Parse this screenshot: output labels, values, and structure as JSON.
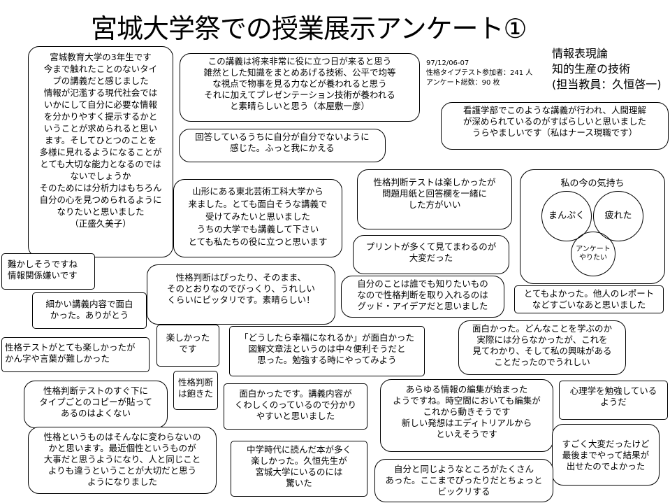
{
  "title": "宮城大学祭での授業展示アンケート①",
  "meta": {
    "date": "97/12/06-07",
    "participants": "性格タイプテスト参加者：241 人",
    "total": "アンケート総数：90 枚"
  },
  "course": {
    "line1": "情報表現論",
    "line2": "知的生産の技術",
    "line3": "(担当教員：久恒啓一)"
  },
  "venn": {
    "title": "私の今の気持ち",
    "left": "まんぷく",
    "right": "疲れた",
    "bottom": "アンケート\nやりたい"
  },
  "comments": {
    "c01": "宮城教育大学の3年生です\n今まで触れたことのないタイ\nプの講義だと感じました\n情報が氾濫する現代社会では\nいかにして自分に必要な情報\nを分かりやすく提示するかと\nいうことが求められると思い\nます。そしてひとつのことを\n多様に見れるようになることが\nとても大切な能力となるのでは\nないでしょうか\nそのためには分析力はもちろん\n自分の心を見つめられるように\nなりたいと思いました\n（正盛久美子）",
    "c02": "この講義は将来非常に役に立つ日が来ると思う\n雑然とした知識をまとめあげる技術、公平で均等\nな視点で物事を見る力などが養われると思う\nそれに加えてプレゼンテーション技術が養われる\nと素晴らしいと思う（本屋敷一彦）",
    "c03": "回答しているうちに自分が自分でないように\n感じた。ふっと我にかえる",
    "c04": "看護学部でこのような講義が行われ、人間理解\nが深められているのがすばらしいと思いました\nうらやましいです（私はナース現職です）",
    "c05": "性格判断テストは楽しかったが\n問題用紙と回答欄を一緒に\nした方がいい",
    "c06": "山形にある東北芸術工科大学から\n来ました。とても面白そうな講義で\n受けてみたいと思いました\nうちの大学でも講義して下さい\nとても私たちの役に立つと思います",
    "c07": "プリントが多くて見てまわるのが\n大変だった",
    "c08": "難かしそうですね\n情報関係嫌いです",
    "c09": "性格判断はぴったり、そのまま、\nそのとおりなのでびっくり、うれしい\nくらいにピッタリです。素晴らしい！",
    "c10": "自分のことは誰でも知りたいもの\nなので性格判断を取り入れるのは\nグッド・アイデアだと思いました",
    "c11": "とてもよかった。他人のレポート\nなどすごいなあと思いました",
    "c12": "細かい講義内容で面白\nかった。ありがとう",
    "c13": "楽しかった\nです",
    "c14": "「どうしたら幸福になれるか」が面白かった\n図解文章法というのは中々便利そうだと\n思った。勉強する時にやってみよう",
    "c15": "面白かった。どんなことを学ぶのか\n実際には分らなかったが、これを\n見てわかり、そして私の興味がある\nことだったのでうれしい",
    "c16": "性格テストがとても楽しかったが\nかん字や言葉が難しかった",
    "c17": "性格判断テストのすぐ下に\nタイプごとのコピーが貼って\nあるのはよくない",
    "c18": "性格判断\nは飽きた",
    "c19": "面白かったです。講義内容が\nくわしくのっているので分かり\nやすいと思いました",
    "c20": "あらゆる情報の編集が始まった\nようですね。時空間においても編集が\nこれから動きそうです\n新しい発想はエディトリアルから\nといえそうです",
    "c21": "心理学を勉強している\nようだ",
    "c22": "性格というものはそんなに変わらないの\nかと思います。最近個性というものが\n大事だと思うようになり、人と同じこと\nよりも違うということが大切だと思う\nようになりました",
    "c23": "中学時代に読んだ本が多く\n楽しかった。久恒先生が\n宮城大学にいるのには\n驚いた",
    "c24": "すごく大変だったけど\n最後までやって結果が\n出せたのでよかった",
    "c25": "自分と同じようなところがたくさん\nあった。ここまでぴったりだとちょっと\nビックリする"
  }
}
